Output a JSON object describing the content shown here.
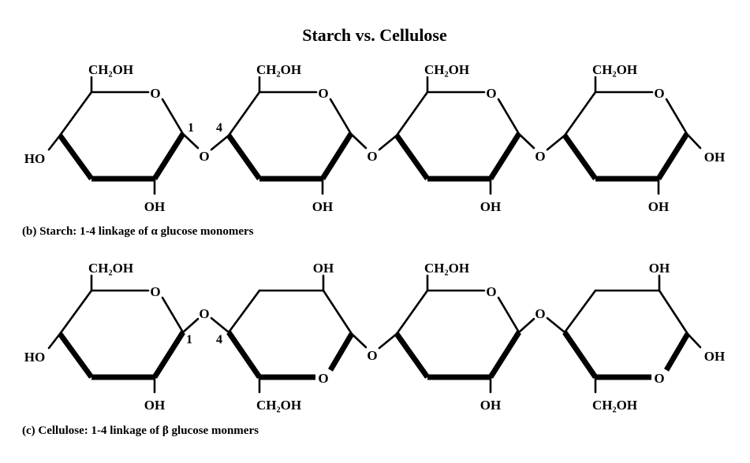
{
  "title": "Starch vs. Cellulose",
  "starch": {
    "caption": "(b) Starch: 1-4 linkage of α glucose monomers",
    "ring1": {
      "top_group": "CH₂OH",
      "ring_o": "O",
      "left_oh": "HO",
      "bottom_oh": "OH",
      "c1_label": "1"
    },
    "link1": {
      "o": "O",
      "c4_label": "4"
    },
    "ring2": {
      "top_group": "CH₂OH",
      "ring_o": "O",
      "bottom_oh": "OH"
    },
    "link2": {
      "o": "O"
    },
    "ring3": {
      "top_group": "CH₂OH",
      "ring_o": "O",
      "bottom_oh": "OH"
    },
    "link3": {
      "o": "O"
    },
    "ring4": {
      "top_group": "CH₂OH",
      "ring_o": "O",
      "bottom_oh": "OH",
      "right_oh": "OH"
    }
  },
  "cellulose": {
    "caption": "(c) Cellulose: 1-4 linkage of β glucose monmers",
    "ring1": {
      "top_group": "CH₂OH",
      "ring_o": "O",
      "left_oh": "HO",
      "bottom_oh": "OH",
      "c1_label": "1"
    },
    "link1": {
      "o": "O",
      "c4_label": "4"
    },
    "ring2": {
      "top_group": "OH",
      "ring_o": "O",
      "bottom_group": "CH₂OH"
    },
    "link2": {
      "o": "O"
    },
    "ring3": {
      "top_group": "CH₂OH",
      "ring_o": "O",
      "bottom_oh": "OH"
    },
    "link3": {
      "o": "O"
    },
    "ring4": {
      "top_group": "OH",
      "ring_o": "O",
      "bottom_group": "CH₂OH",
      "right_oh": "OH"
    }
  }
}
